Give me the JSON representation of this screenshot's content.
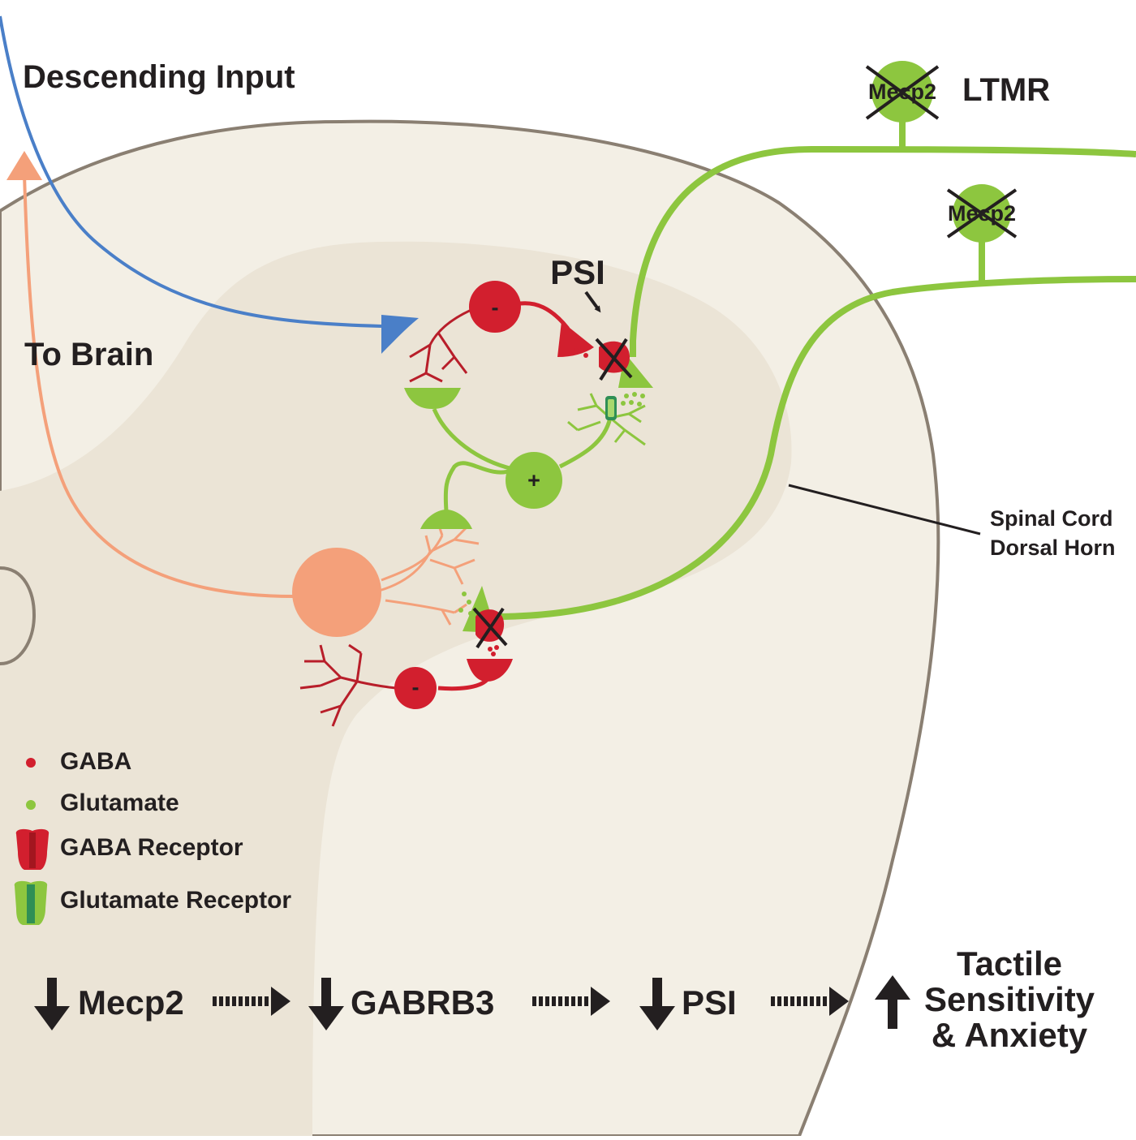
{
  "labels": {
    "descending_input": "Descending Input",
    "to_brain": "To Brain",
    "ltmr": "LTMR",
    "psi": "PSI",
    "spinal_cord_line1": "Spinal Cord",
    "spinal_cord_line2": "Dorsal Horn",
    "mecp2_top": "Mecp2",
    "mecp2_bottom": "Mecp2",
    "minus_sign": "-",
    "plus_sign": "+"
  },
  "legend": {
    "items": [
      {
        "label": "GABA"
      },
      {
        "label": "Glutamate"
      },
      {
        "label": "GABA Receptor"
      },
      {
        "label": "Glutamate Receptor"
      }
    ]
  },
  "flow": {
    "steps": [
      {
        "direction": "down",
        "label": "Mecp2"
      },
      {
        "direction": "down",
        "label": "GABRB3"
      },
      {
        "direction": "down",
        "label": "PSI"
      },
      {
        "direction": "up",
        "label_lines": [
          "Tactile",
          "Sensitivity",
          "& Anxiety"
        ]
      }
    ]
  },
  "colors": {
    "background": "#ffffff",
    "cord": "#f3efe5",
    "dorsal_horn": "#ebe4d6",
    "outline": "#8a7f72",
    "gaba_red": "#d21f2e",
    "glutamate_green": "#8dc63f",
    "descending_blue": "#4a7fc8",
    "projection_orange": "#f4a07a",
    "text": "#231f20"
  }
}
